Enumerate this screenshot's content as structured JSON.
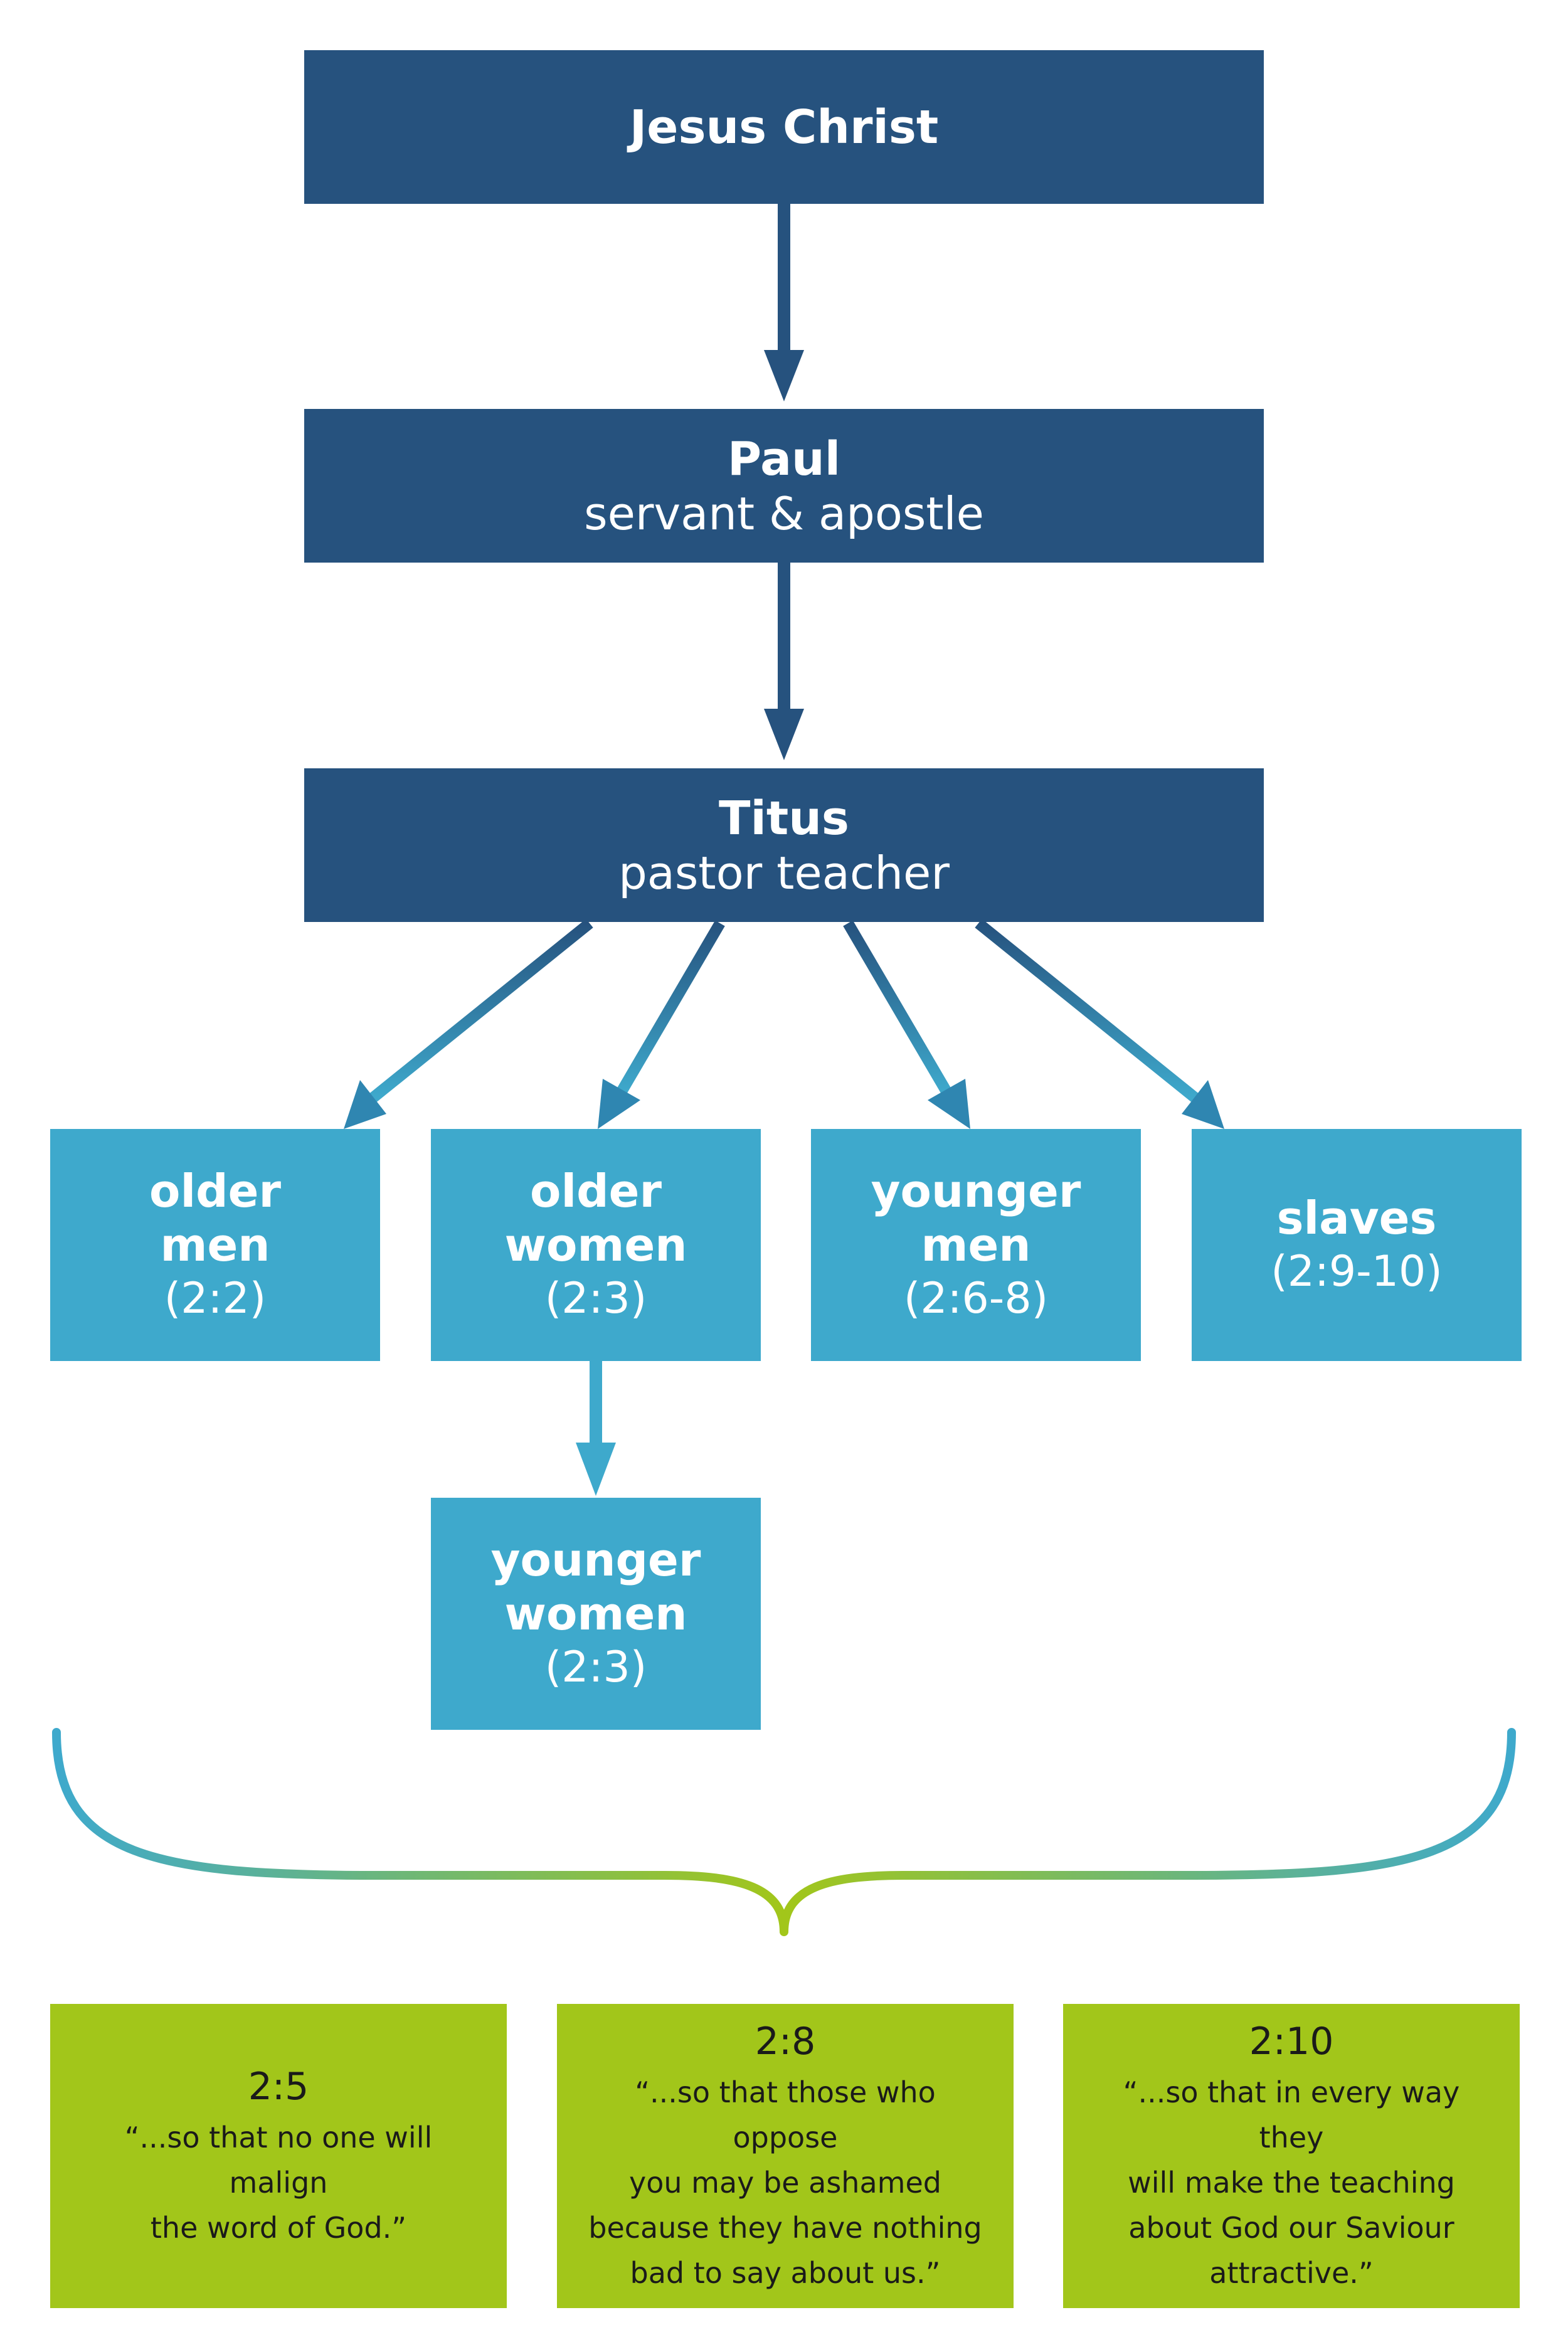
{
  "nodes": {
    "jesus": {
      "title": "Jesus Christ"
    },
    "paul": {
      "title": "Paul",
      "subtitle": "servant & apostle"
    },
    "titus": {
      "title": "Titus",
      "subtitle": "pastor teacher"
    },
    "older_men": {
      "title_lines": [
        "older",
        "men"
      ],
      "ref": "(2:2)"
    },
    "older_women": {
      "title_lines": [
        "older",
        "women"
      ],
      "ref": "(2:3)"
    },
    "younger_men": {
      "title_lines": [
        "younger",
        "men"
      ],
      "ref": "(2:6-8)"
    },
    "slaves": {
      "title_lines": [
        "slaves"
      ],
      "ref": "(2:9-10)"
    },
    "younger_women": {
      "title_lines": [
        "younger",
        "women"
      ],
      "ref": "(2:3)"
    }
  },
  "purposes": [
    {
      "ref": "2:5",
      "quote_lines": [
        "“...so that no one will malign",
        "the word of God.”"
      ]
    },
    {
      "ref": "2:8",
      "quote_lines": [
        "“...so that those who oppose",
        "you may be ashamed",
        "because they have nothing",
        "bad to say about us.”"
      ]
    },
    {
      "ref": "2:10",
      "quote_lines": [
        "“...so that in every way they",
        "will make the teaching",
        "about God our Saviour",
        "attractive.”"
      ]
    }
  ],
  "colors": {
    "dark_box": "#26527e",
    "light_box": "#3ea9cc",
    "green_box": "#a2c61a",
    "arrow_dark": "#26527e",
    "arrow_mid": "#2e7aa6",
    "arrow_light": "#3ea9cc",
    "brace_ends": "#3ea9cc",
    "brace_middle": "#a2c61a"
  }
}
